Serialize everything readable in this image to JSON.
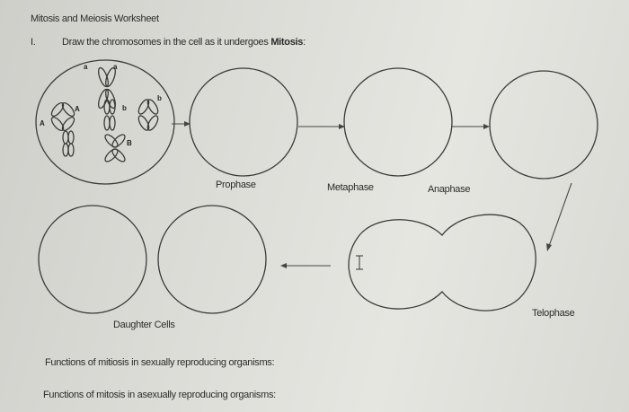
{
  "worksheet": {
    "title": "Mitosis and Meiosis Worksheet",
    "question_number": "I.",
    "prompt_text": "Draw the chromosomes in the cell as it undergoes ",
    "prompt_bold": "Mitosis",
    "prompt_end": ":"
  },
  "chromosome_labels": [
    "a",
    "a",
    "b",
    "b",
    "A",
    "A",
    "B"
  ],
  "stage_labels": {
    "prophase": "Prophase",
    "metaphase": "Metaphase",
    "anaphase": "Anaphase",
    "telophase": "Telophase",
    "daughter_cells": "Daughter Cells"
  },
  "questions": {
    "sexual": "Functions of mitiosis in sexually reproducing organisms:",
    "asexual": "Functions of mitosis in asexually reproducing organisms:"
  }
}
